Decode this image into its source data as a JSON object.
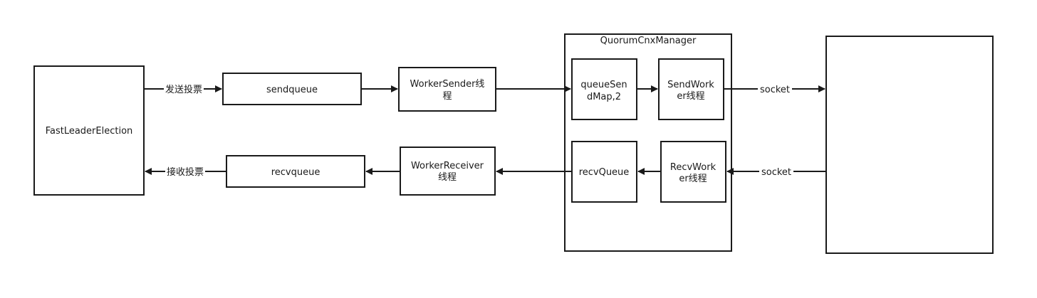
{
  "nodes": {
    "fast_leader_election": "FastLeaderElection",
    "sendqueue": "sendqueue",
    "worker_sender_line1": "WorkerSender线",
    "worker_sender_line2": "程",
    "quorum_cnx_manager": "QuorumCnxManager",
    "queue_send_map_line1": "queueSen",
    "queue_send_map_line2": "dMap,2",
    "send_worker_line1": "SendWork",
    "send_worker_line2": "er线程",
    "remote_node": "",
    "recvqueue": "recvqueue",
    "worker_receiver_line1": "WorkerReceiver",
    "worker_receiver_line2": "线程",
    "recv_queue": "recvQueue",
    "recv_worker_line1": "RecvWork",
    "recv_worker_line2": "er线程"
  },
  "edges": {
    "send_vote": "发送投票",
    "receive_vote": "接收投票",
    "socket_out": "socket",
    "socket_in": "socket"
  },
  "colors": {
    "stroke": "#1a1a1a",
    "background": "#ffffff",
    "text": "#1a1a1a"
  }
}
